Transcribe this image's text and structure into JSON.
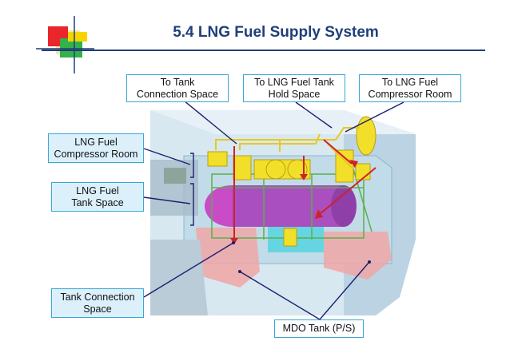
{
  "title": "5.4 LNG Fuel Supply System",
  "labels": {
    "to_tank_connection": "To Tank\nConnection Space",
    "to_tank_hold": "To LNG Fuel Tank\nHold Space",
    "to_compressor": "To LNG Fuel\nCompressor Room",
    "compressor_room": "LNG Fuel\nCompressor Room",
    "tank_space": "LNG Fuel\nTank Space",
    "tank_connection_space": "Tank Connection\nSpace",
    "mdo_tank": "MDO Tank (P/S)"
  },
  "colors": {
    "title": "#1f3f7a",
    "callout_border": "#3aa6d6",
    "callout_fill": "#dcf0fb",
    "arrow_red": "#d0202a",
    "leader_navy": "#1a1f6e"
  }
}
